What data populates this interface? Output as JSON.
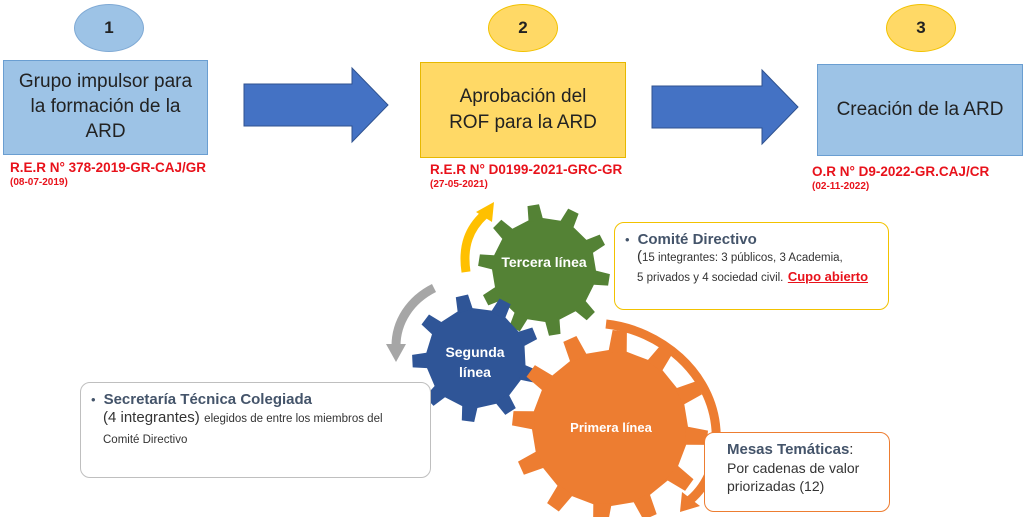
{
  "steps": [
    {
      "number": "1",
      "title": "Grupo impulsor para la formación de la ARD",
      "resolution": "R.E.R N° 378-2019-GR-CAJ/GR",
      "date": "(08-07-2019)"
    },
    {
      "number": "2",
      "title": "Aprobación del ROF para la ARD",
      "resolution": "R.E.R N° D0199-2021-GRC-GR",
      "date": "(27-05-2021)"
    },
    {
      "number": "3",
      "title": "Creación de la ARD",
      "resolution": "O.R N° D9-2022-GR.CAJ/CR",
      "date": "(02-11-2022)"
    }
  ],
  "gears": {
    "third": "Tercera línea",
    "second": "Segunda línea",
    "first": "Primera línea"
  },
  "comite": {
    "heading": "Comité Directivo",
    "paren": "(",
    "text1": "15 integrantes: 3 públicos, 3 Academia,",
    "text2": "5 privados  y 4 sociedad civil.",
    "link": "Cupo abierto"
  },
  "secretaria": {
    "heading": "Secretaría Técnica Colegiada",
    "count": "(4 integrantes)",
    "text": "elegidos de entre los miembros del Comité Directivo"
  },
  "mesas": {
    "heading": "Mesas Temáticas",
    "colon": ":",
    "text": "Por cadenas de valor priorizadas (12)"
  },
  "colors": {
    "blue_circle": "#9dc3e6",
    "blue_box": "#9dc3e6",
    "yellow": "#ffd966",
    "arrow_blue": "#4472c4",
    "gear_green": "#548235",
    "gear_blue": "#2f5597",
    "gear_orange": "#ed7d31",
    "red": "#e8121b"
  }
}
